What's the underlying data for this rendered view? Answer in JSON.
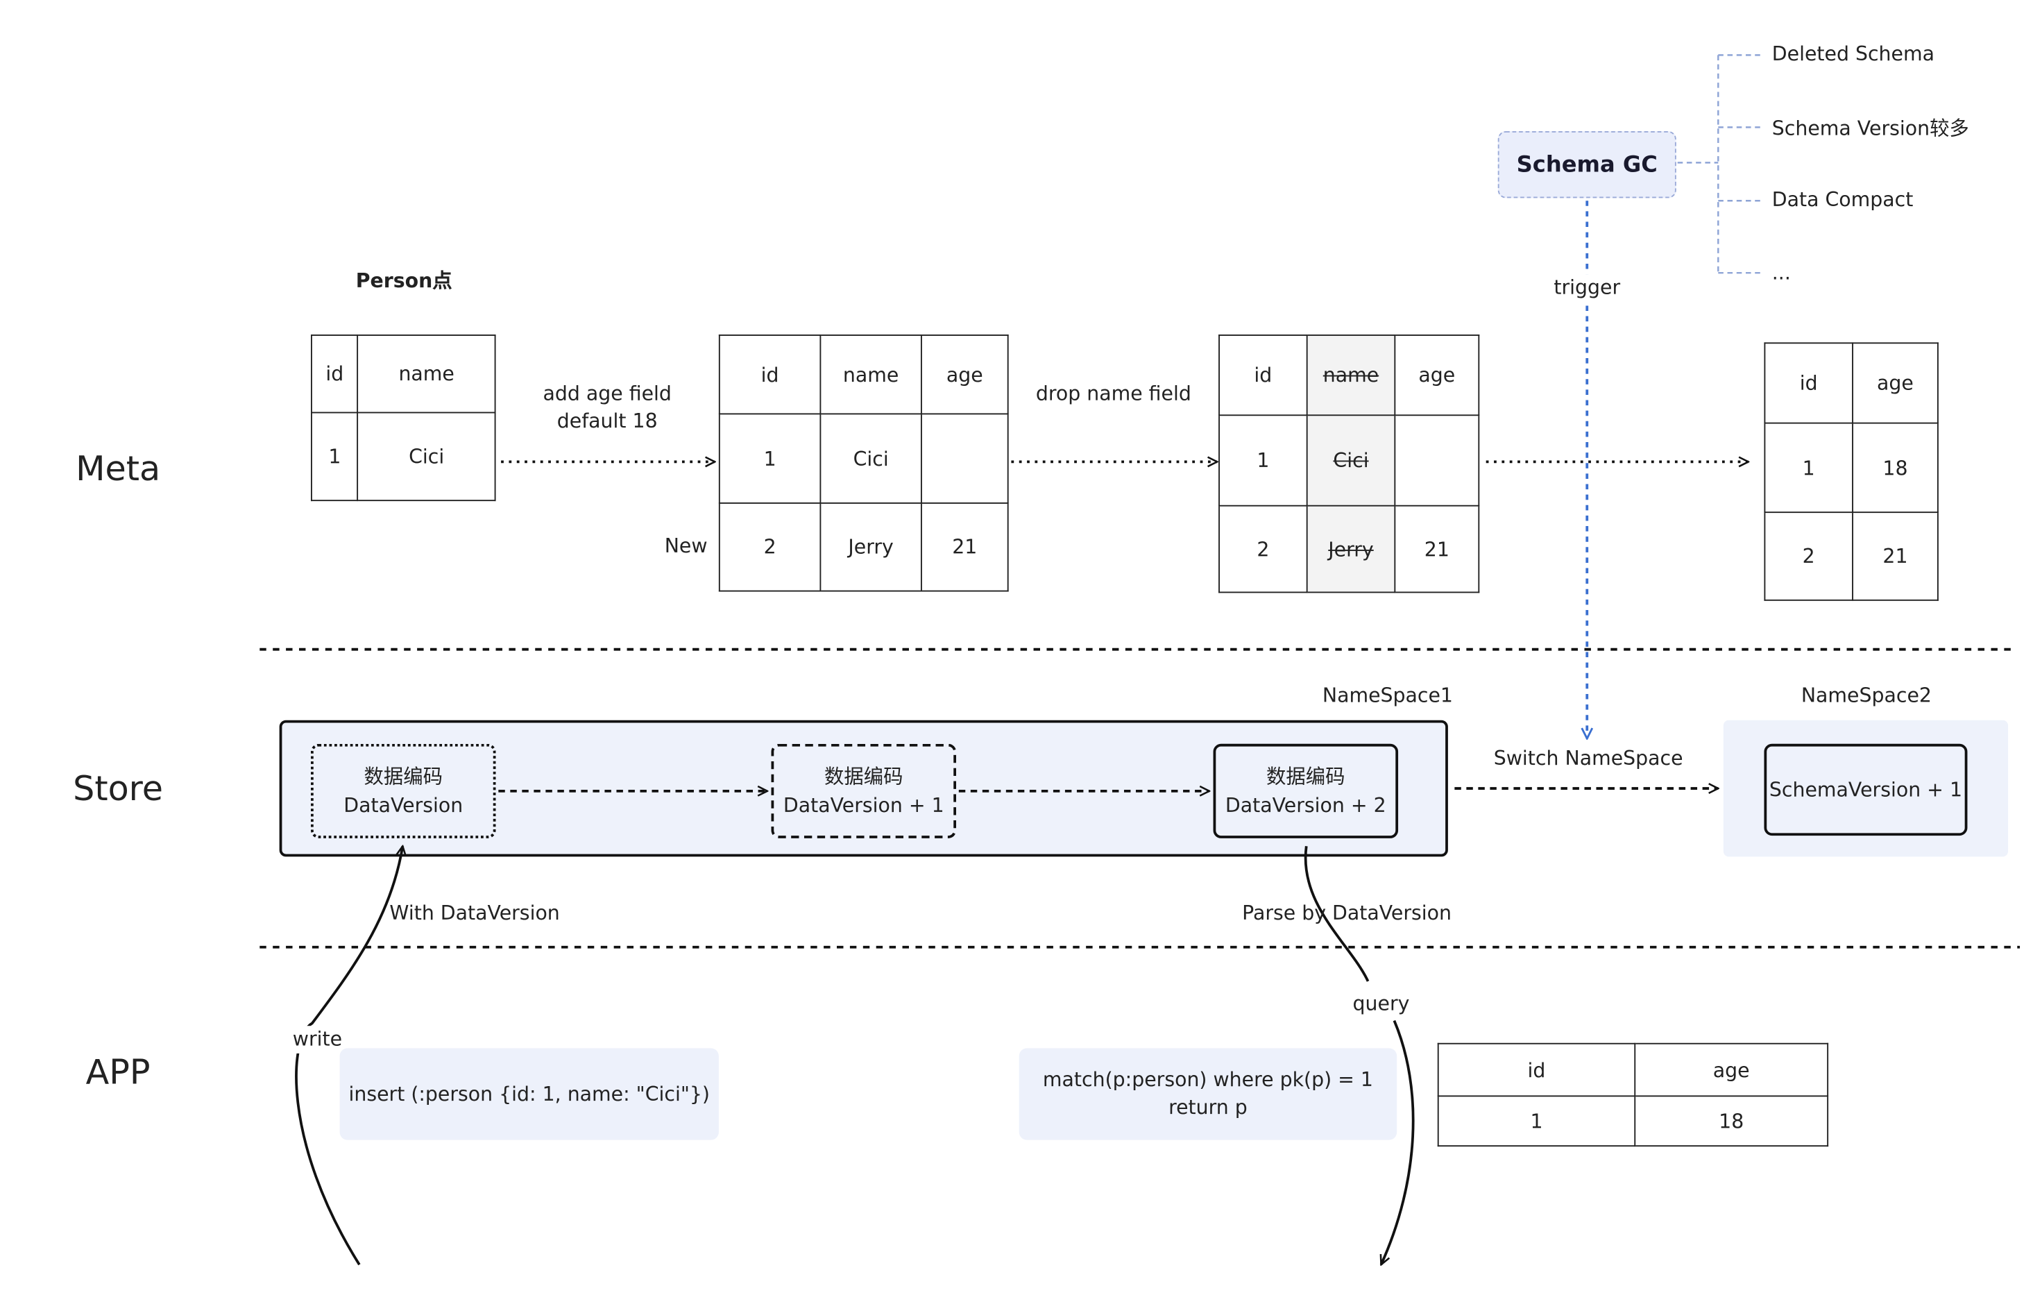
{
  "layers": {
    "meta": "Meta",
    "store": "Store",
    "app": "APP"
  },
  "meta": {
    "title": "Person点",
    "table1": {
      "headers": [
        "id",
        "name"
      ],
      "rows": [
        [
          "1",
          "Cici"
        ]
      ]
    },
    "op1": {
      "line1": "add age field",
      "line2": "default 18"
    },
    "table2": {
      "headers": [
        "id",
        "name",
        "age"
      ],
      "rows": [
        [
          "1",
          "Cici",
          ""
        ],
        [
          "2",
          "Jerry",
          "21"
        ]
      ],
      "new_label": "New"
    },
    "op2": "drop name field",
    "table3": {
      "headers": [
        "id",
        "name",
        "age"
      ],
      "rows": [
        [
          "1",
          "Cici",
          ""
        ],
        [
          "2",
          "Jerry",
          "21"
        ]
      ]
    },
    "table4": {
      "headers": [
        "id",
        "age"
      ],
      "rows": [
        [
          "1",
          "18"
        ],
        [
          "2",
          "21"
        ]
      ]
    }
  },
  "gc": {
    "title": "Schema GC",
    "trigger": "trigger",
    "reasons": [
      "Deleted Schema",
      "Schema Version较多",
      "Data Compact",
      "..."
    ]
  },
  "store": {
    "ns1_label": "NameSpace1",
    "ns2_label": "NameSpace2",
    "v0": {
      "line1": "数据编码",
      "line2": "DataVersion"
    },
    "v1": {
      "line1": "数据编码",
      "line2": "DataVersion + 1"
    },
    "v2": {
      "line1": "数据编码",
      "line2": "DataVersion + 2"
    },
    "switch": "Switch NameSpace",
    "schema_box": "SchemaVersion + 1",
    "with_version": "With DataVersion",
    "parse_version": "Parse by DataVersion"
  },
  "app": {
    "write": "write",
    "query": "query",
    "insert_stmt": "insert (:person {id: 1, name: \"Cici\"})",
    "match_line1": "match(p:person) where pk(p) = 1",
    "match_line2": "return p",
    "result": {
      "headers": [
        "id",
        "age"
      ],
      "rows": [
        [
          "1",
          "18"
        ]
      ]
    }
  }
}
